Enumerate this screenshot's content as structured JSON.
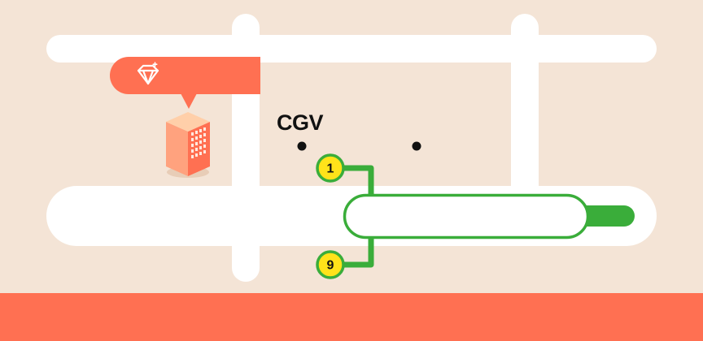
{
  "map": {
    "landmark_label": "CGV",
    "exits": [
      {
        "number": "1"
      },
      {
        "number": "9"
      }
    ],
    "icons": {
      "marker": "diamond-icon",
      "building": "building-icon"
    },
    "colors": {
      "background": "#f4e4d6",
      "road": "#ffffff",
      "accent": "#ff7052",
      "subway_line": "#3aad3a",
      "exit_badge": "#ffe31a"
    }
  }
}
